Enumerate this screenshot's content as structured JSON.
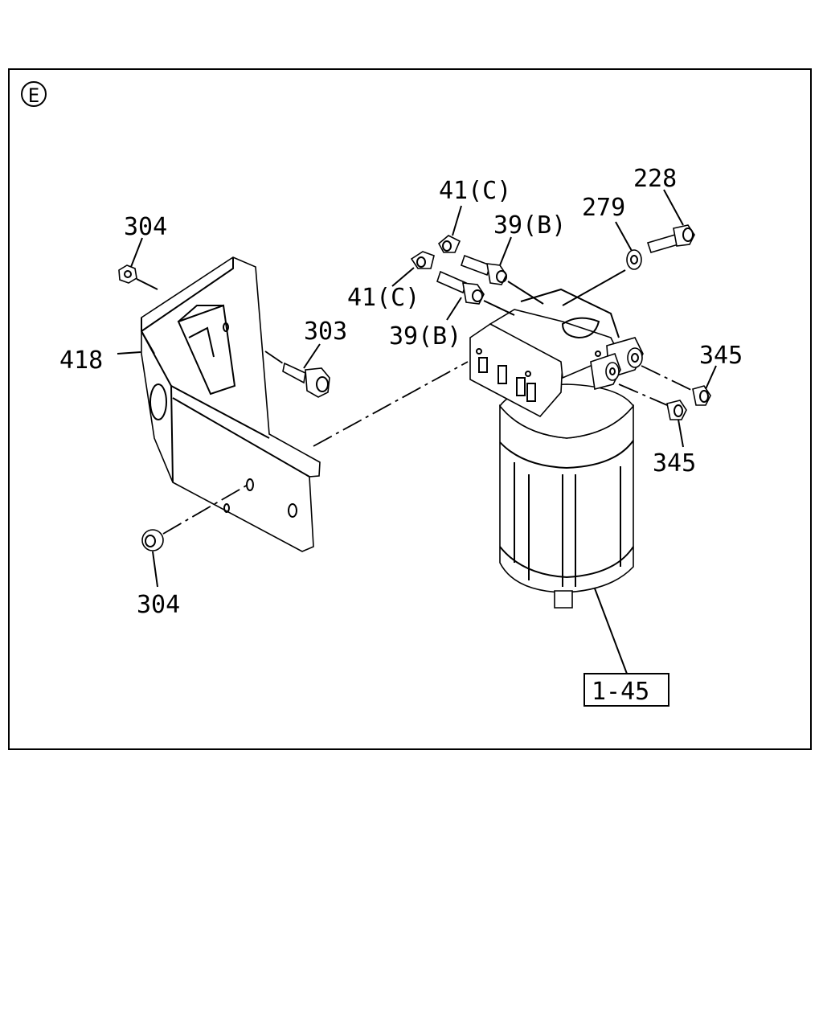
{
  "section_marker": "E",
  "part_labels": {
    "bracket": "418",
    "nut_top": "304",
    "nut_bottom": "304",
    "bolt_bracket": "303",
    "clip_upper": "41(C)",
    "clip_lower": "41(C)",
    "fitting_upper": "39(B)",
    "fitting_lower": "39(B)",
    "washer": "279",
    "bolt_top": "228",
    "plug_upper": "345",
    "plug_lower": "345",
    "filter_assembly": "1-45"
  }
}
